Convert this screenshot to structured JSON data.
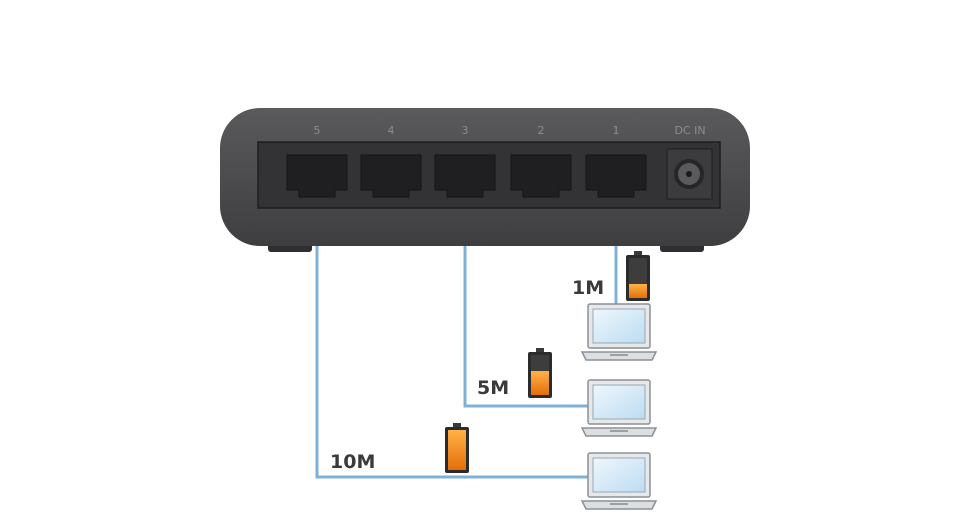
{
  "switch": {
    "ports": [
      {
        "label": "5"
      },
      {
        "label": "4"
      },
      {
        "label": "3"
      },
      {
        "label": "2"
      },
      {
        "label": "1"
      }
    ],
    "power_label": "DC IN"
  },
  "connections": [
    {
      "port": "1",
      "speed": "1M",
      "battery_level": 0.35
    },
    {
      "port": "3",
      "speed": "5M",
      "battery_level": 0.6
    },
    {
      "port": "5",
      "speed": "10M",
      "battery_level": 1.0
    }
  ],
  "colors": {
    "cable": "#7fb0d8",
    "switch_body": "#4a4a4c",
    "battery_fill": "#f08a10",
    "laptop_screen": "#d9ecf8"
  },
  "icons": [
    "ethernet-port-icon",
    "dc-power-jack-icon",
    "laptop-icon",
    "battery-icon"
  ]
}
